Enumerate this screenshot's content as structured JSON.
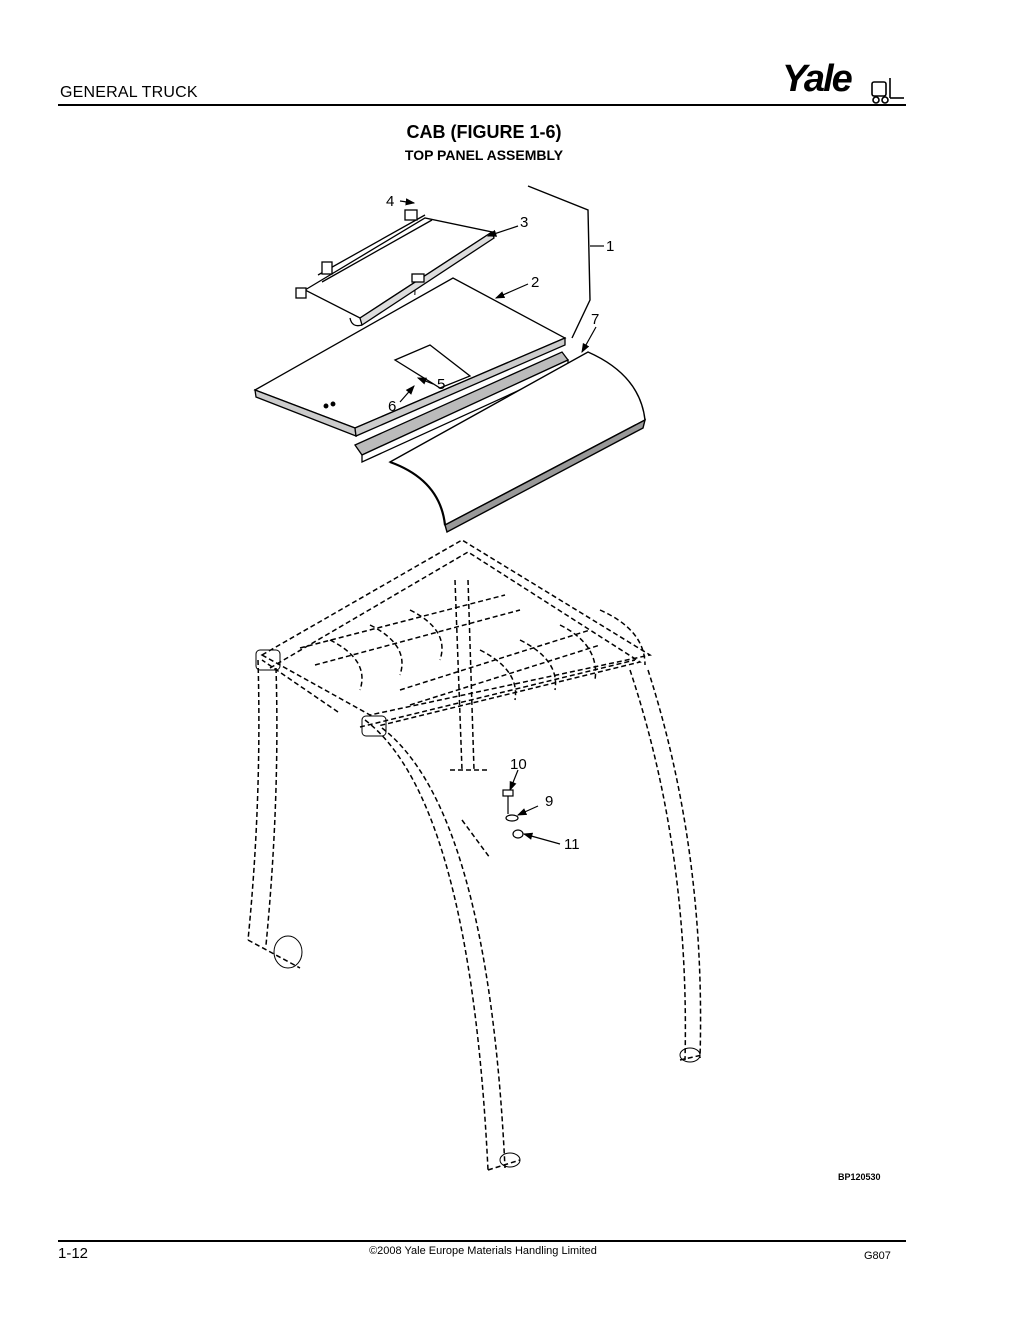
{
  "header": {
    "section": "GENERAL TRUCK",
    "logo_text": "Yale"
  },
  "figure": {
    "title": "CAB (FIGURE 1-6)",
    "subtitle": "TOP PANEL ASSEMBLY",
    "id": "BP120530",
    "callouts": {
      "c1": "1",
      "c2": "2",
      "c3": "3",
      "c4": "4",
      "c5": "5",
      "c6": "6",
      "c7": "7",
      "c9": "9",
      "c10": "10",
      "c11": "11"
    }
  },
  "footer": {
    "page": "1-12",
    "copyright": "©2008 Yale Europe Materials Handling Limited",
    "doc_code": "G807"
  }
}
